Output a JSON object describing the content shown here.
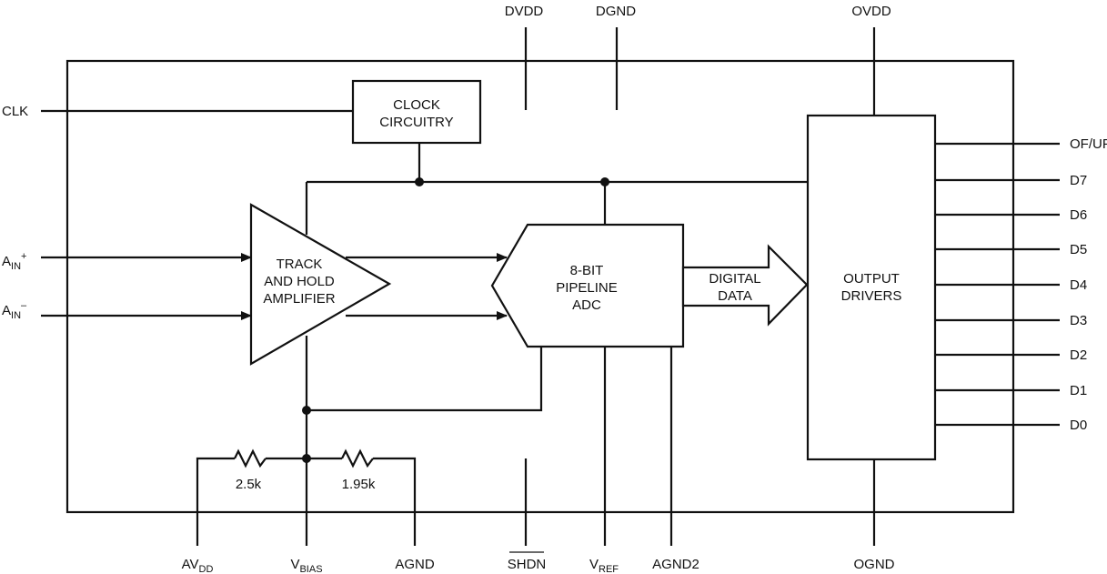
{
  "blocks": {
    "clock": [
      "CLOCK",
      "CIRCUITRY"
    ],
    "track_hold": [
      "TRACK",
      "AND HOLD",
      "AMPLIFIER"
    ],
    "adc": [
      "8-BIT",
      "PIPELINE",
      "ADC"
    ],
    "digital_data": [
      "DIGITAL",
      "DATA"
    ],
    "output_drivers": [
      "OUTPUT",
      "DRIVERS"
    ]
  },
  "pins": {
    "top": {
      "dvdd": "DVDD",
      "dgnd": "DGND",
      "ovdd": "OVDD"
    },
    "left": {
      "clk": "CLK",
      "ain_plus": {
        "base": "A",
        "sub": "IN",
        "sup": "+"
      },
      "ain_minus": {
        "base": "A",
        "sub": "IN",
        "sup": "–"
      }
    },
    "right": [
      "OF/UF",
      "D7",
      "D6",
      "D5",
      "D4",
      "D3",
      "D2",
      "D1",
      "D0"
    ],
    "bottom": {
      "avdd": {
        "base": "AV",
        "sub": "DD"
      },
      "vbias": {
        "base": "V",
        "sub": "BIAS"
      },
      "agnd": "AGND",
      "shdn": "SHDN",
      "vref": {
        "base": "V",
        "sub": "REF"
      },
      "agnd2": "AGND2",
      "ognd": "OGND"
    }
  },
  "resistors": {
    "r1": "2.5k",
    "r2": "1.95k"
  }
}
